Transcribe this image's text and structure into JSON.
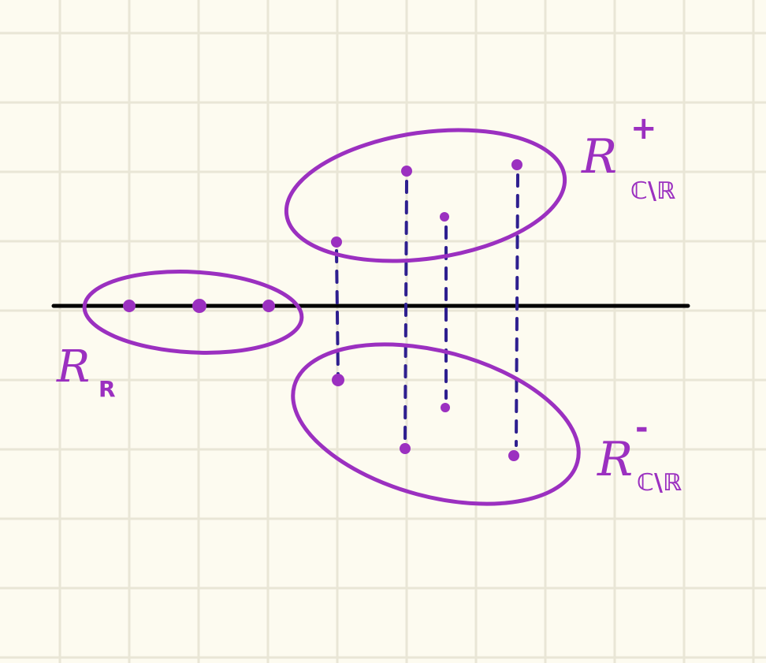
{
  "colors": {
    "background": "#fdfbf0",
    "grid": "#e9e6d6",
    "axis": "#000000",
    "root_purple": "#9b30c0",
    "dash_navy": "#2e1f8f"
  },
  "labels": {
    "real_main": "R",
    "real_sub": "R",
    "upper_main": "R",
    "upper_sup": "+",
    "upper_sub": "ℂ\\ℝ",
    "lower_main": "R",
    "lower_sup": "-",
    "lower_sub": "ℂ\\ℝ"
  },
  "groups": {
    "real_roots": 3,
    "upper_roots": 4,
    "lower_roots": 4,
    "conjugate_pairs": 4
  }
}
